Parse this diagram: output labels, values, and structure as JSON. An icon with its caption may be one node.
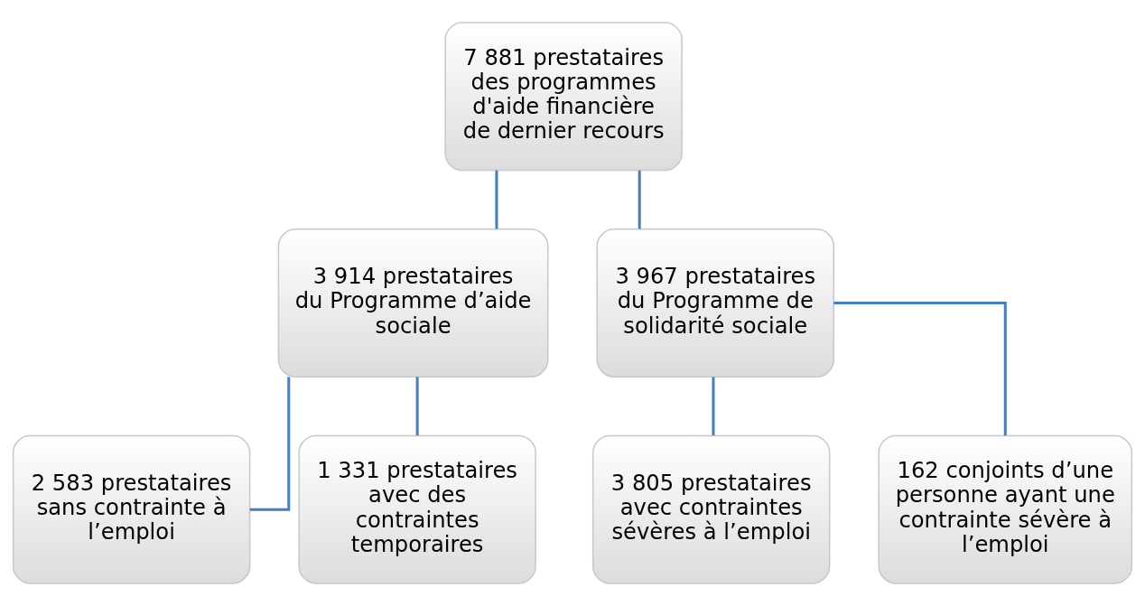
{
  "diagram": {
    "nodes": [
      {
        "text": [
          "7 881 prestataires des programmes d'aide financière de dernier recours"
        ]
      },
      {
        "text": [
          "3 914 prestataires du Programme d’aide sociale"
        ]
      },
      {
        "text": [
          "3 967 prestataires du Programme de solidarité sociale"
        ]
      },
      {
        "text": [
          "2 583 prestataires sans contrainte à l’emploi"
        ]
      },
      {
        "text": [
          "1 331 prestataires avec des contraintes temporaires"
        ]
      },
      {
        "text": [
          "3 805 prestataires avec contraintes sévères à l’emploi"
        ]
      },
      {
        "text": [
          "162 conjoints d’une personne ayant une contrainte sévère à l’emploi"
        ]
      }
    ],
    "edges": [
      {
        "from": 0,
        "to": 1,
        "arrow": "none"
      },
      {
        "from": 0,
        "to": 2,
        "arrow": "none"
      },
      {
        "from": 1,
        "to": 3,
        "arrow": "none"
      },
      {
        "from": 1,
        "to": 4,
        "arrow": "none"
      },
      {
        "from": 2,
        "to": 5,
        "arrow": "none"
      },
      {
        "from": 2,
        "to": 6,
        "arrow": "none"
      }
    ]
  }
}
